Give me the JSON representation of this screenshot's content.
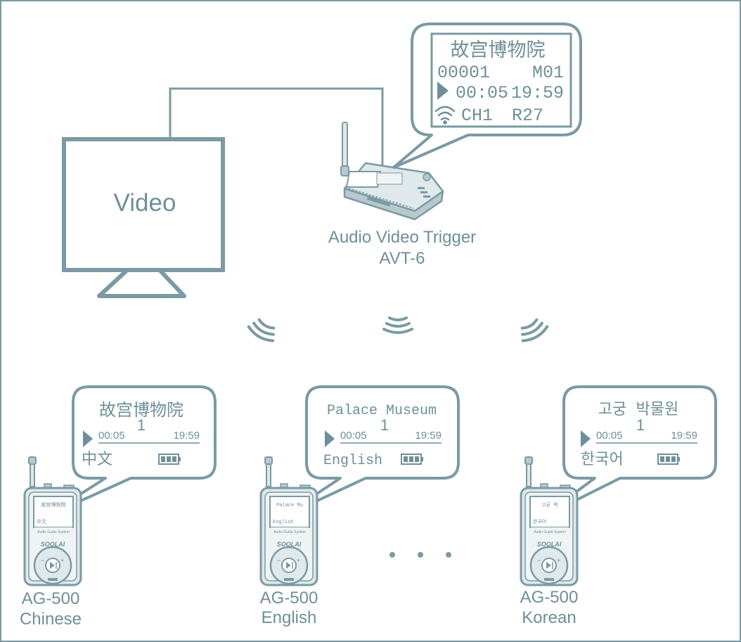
{
  "colors": {
    "stroke": "#7b9aa3",
    "text": "#6f8f98",
    "device_fill": "#dfe8ea",
    "device_dark": "#b7c9ce",
    "background": "#ffffff"
  },
  "video": {
    "label": "Video"
  },
  "trigger": {
    "label_line1": "Audio Video Trigger",
    "label_line2": "AVT-6",
    "screen": {
      "title": "故宫博物院",
      "id_left": "00001",
      "id_right": "M01",
      "time_elapsed": "00:05",
      "time_total": "19:59",
      "channel": "CH1",
      "range": "R27"
    }
  },
  "receivers": [
    {
      "model": "AG-500",
      "language": "Chinese",
      "screen": {
        "title": "故宫博物院",
        "track": "1",
        "time_elapsed": "00:05",
        "time_total": "19:59",
        "lang_text": "中文"
      },
      "mini": {
        "title": "故宫博物院",
        "lang": "中文"
      }
    },
    {
      "model": "AG-500",
      "language": "English",
      "screen": {
        "title": "Palace Museum",
        "track": "1",
        "time_elapsed": "00:05",
        "time_total": "19:59",
        "lang_text": "English"
      },
      "mini": {
        "title": "Palace Mu",
        "lang": "English"
      }
    },
    {
      "model": "AG-500",
      "language": "Korean",
      "screen": {
        "title": "고궁 박물원",
        "track": "1",
        "time_elapsed": "00:05",
        "time_total": "19:59",
        "lang_text": "한국어"
      },
      "mini": {
        "title": "고궁 박",
        "lang": "한국어"
      }
    }
  ],
  "brand": "SOOLAI",
  "device_caption": "Audio Guide System",
  "icons": [
    "wifi-icon",
    "play-icon",
    "battery-icon",
    "wireless-wave-icon",
    "ellipsis-icon"
  ]
}
